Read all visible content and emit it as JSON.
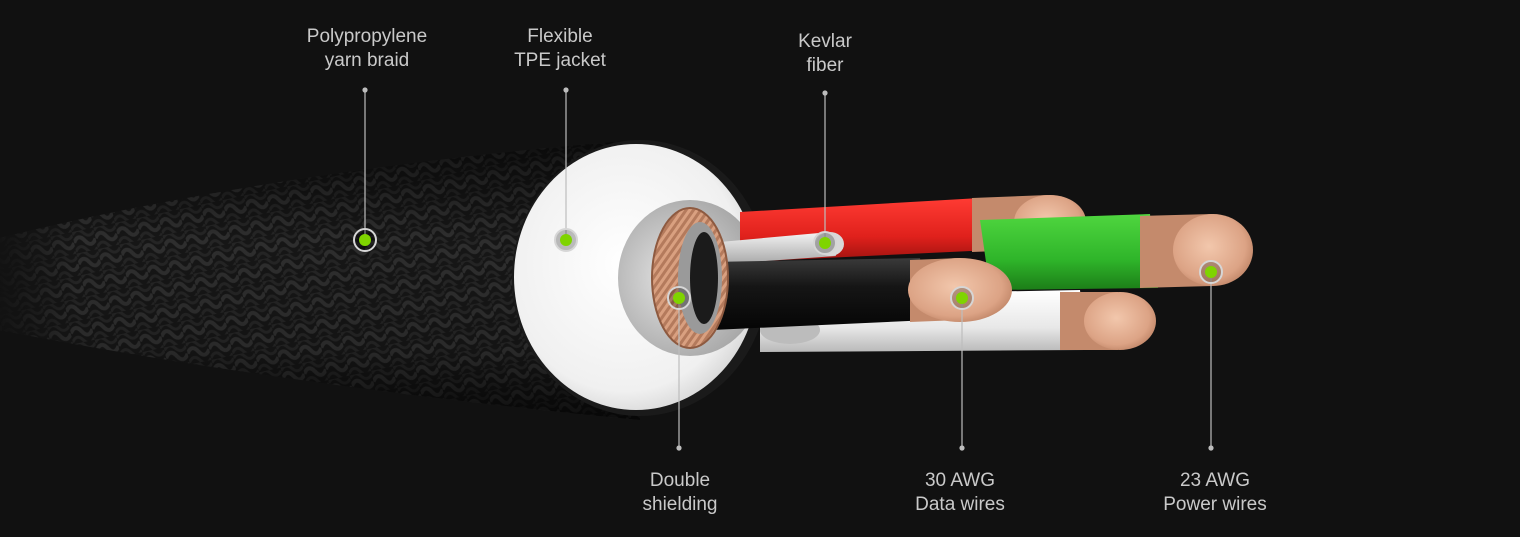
{
  "callouts": [
    {
      "id": "braid",
      "lines": [
        "Polypropylene",
        "yarn braid"
      ]
    },
    {
      "id": "jacket",
      "lines": [
        "Flexible",
        "TPE jacket"
      ]
    },
    {
      "id": "kevlar",
      "lines": [
        "Kevlar",
        "fiber"
      ]
    },
    {
      "id": "shielding",
      "lines": [
        "Double",
        "shielding"
      ]
    },
    {
      "id": "data",
      "lines": [
        "30 AWG",
        "Data wires"
      ]
    },
    {
      "id": "power",
      "lines": [
        "23 AWG",
        "Power wires"
      ]
    }
  ],
  "colors": {
    "background": "#111111",
    "marker": "#7fd400",
    "leader": "#bdbdbd",
    "label_text": "#c9c9c9",
    "braid": "#1c1c1c",
    "jacket": "#f2f2f2",
    "copper": "#d9a383",
    "red_wire": "#e0211c",
    "green_wire": "#2fb52a",
    "black_wire": "#141414",
    "white_wire": "#ececec"
  }
}
